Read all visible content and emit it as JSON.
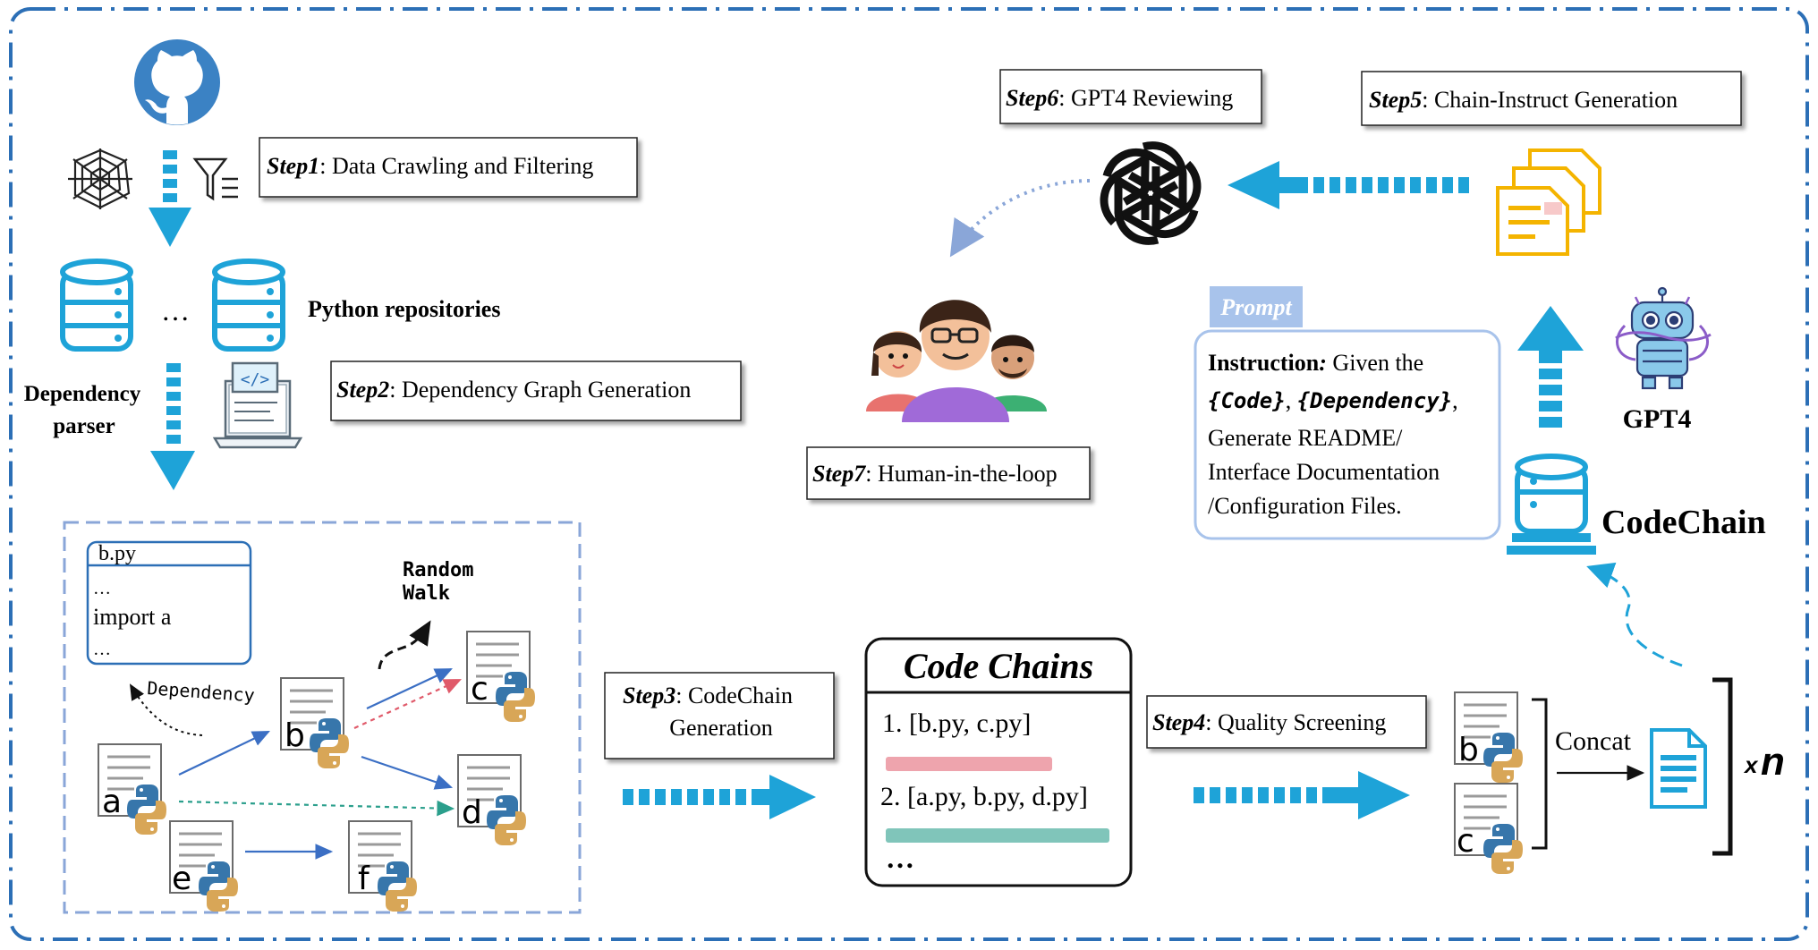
{
  "steps": {
    "step1": {
      "label": "Step1",
      "text": ": Data Crawling and Filtering"
    },
    "step2": {
      "label": "Step2",
      "text": ": Dependency Graph Generation"
    },
    "step3": {
      "label": "Step3",
      "text": ": CodeChain",
      "text2": "Generation"
    },
    "step4": {
      "label": "Step4",
      "text": ": Quality Screening"
    },
    "step5": {
      "label": "Step5",
      "text": ": Chain-Instruct Generation"
    },
    "step6": {
      "label": "Step6",
      "text": ": GPT4 Reviewing"
    },
    "step7": {
      "label": "Step7",
      "text": ": Human-in-the-loop"
    }
  },
  "left": {
    "repos_label": "Python repositories",
    "ellipsis": "…",
    "parser_line1": "Dependency",
    "parser_line2": "parser"
  },
  "graph": {
    "file_title": "b.py",
    "file_line1": "…",
    "file_line2": "import a",
    "file_line3": "…",
    "dependency_label": "Dependency",
    "random_walk_1": "Random",
    "random_walk_2": "Walk",
    "nodes": [
      "a",
      "b",
      "c",
      "d",
      "e",
      "f"
    ]
  },
  "code_chains": {
    "title": "Code Chains",
    "item1": "1. [b.py, c.py]",
    "item2": "2. [a.py, b.py, d.py]",
    "more": "…"
  },
  "concat": {
    "label": "Concat",
    "multiplier_x": "x",
    "multiplier_n": "n",
    "nodes": [
      "b",
      "c"
    ]
  },
  "prompt": {
    "tag": "Prompt",
    "instruction_label": "Instruction",
    "instruction_colon": ":",
    "line1_rest": " Given the",
    "code_token": "{Code}",
    "comma": ", ",
    "dep_token": "{Dependency}",
    "comma2": ",",
    "line3": "Generate README/",
    "line4": "Interface Documentation",
    "line5": "/Configuration Files."
  },
  "right": {
    "gpt4_label": "GPT4",
    "codechain_label": "CodeChain"
  },
  "colors": {
    "accent": "#1ea3d8",
    "frame": "#2c6fb6",
    "box_border": "#8aa6d8",
    "prompt_tag": "#a8c3eb",
    "red_line": "#e05a6a",
    "green_line": "#2b9f8c",
    "purple": "#8b5cc8"
  }
}
